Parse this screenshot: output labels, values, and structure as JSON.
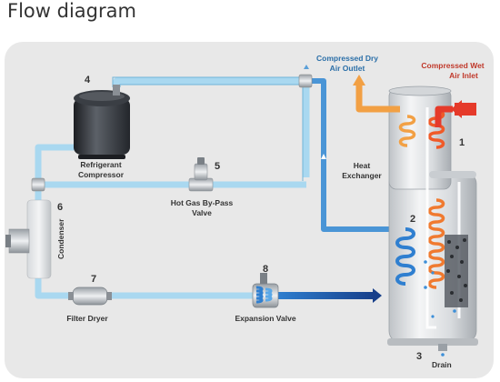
{
  "title": "Flow diagram",
  "labels": {
    "compressor": [
      "Refrigerant",
      "Compressor"
    ],
    "bypass": [
      "Hot Gas By-Pass",
      "Valve"
    ],
    "condenser": "Condenser",
    "filter_dryer": "Filter Dryer",
    "expansion_valve": "Expansion Valve",
    "heat_exchanger": [
      "Heat",
      "Exchanger"
    ],
    "drain": "Drain",
    "dry_air_outlet": [
      "Compressed Dry",
      "Air Outlet"
    ],
    "wet_air_inlet": [
      "Compressed Wet",
      "Air Inlet"
    ]
  },
  "numbers": {
    "compressor": "4",
    "bypass": "5",
    "condenser": "6",
    "filter_dryer": "7",
    "expansion_valve": "8",
    "heat_exchanger": "1",
    "evaporator": "2",
    "drain": "3"
  },
  "colors": {
    "panel": "#e8e8e8",
    "pipe_light": "#a9d8f0",
    "pipe_blue": "#2f7fd0",
    "pipe_dark": "#1a4f9c",
    "hot": "#e53a2a",
    "warm": "#f0a040",
    "text_blue": "#2b6fa8",
    "text_red": "#c0392b"
  }
}
